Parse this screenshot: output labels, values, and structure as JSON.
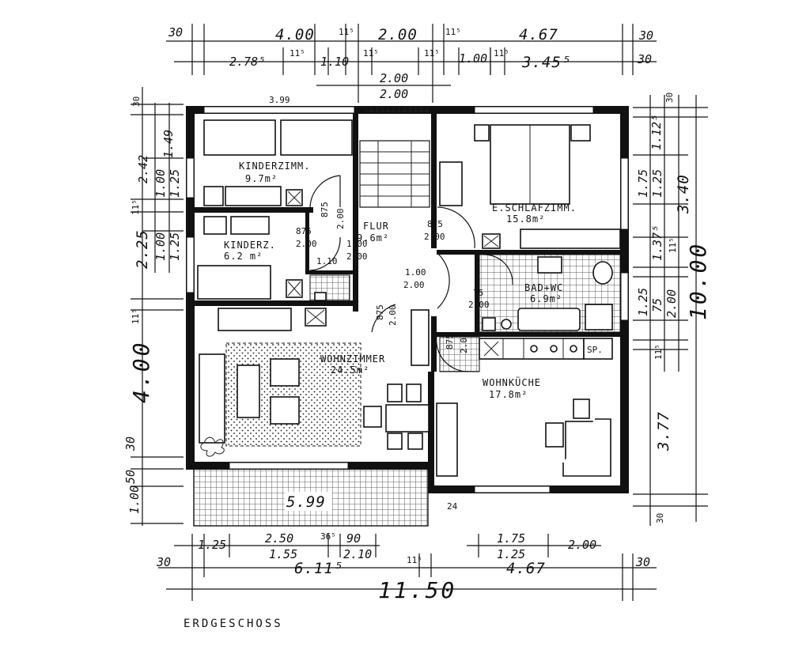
{
  "plan_title": "ERDGESCHOSS",
  "rooms": {
    "kinderzimmer_1": {
      "name": "KINDERZIMM.",
      "area": "9.7m²"
    },
    "kinderzimmer_2": {
      "name": "KINDERZ.",
      "area": "6.2 m²"
    },
    "flur": {
      "name": "FLUR",
      "area": "9.6m²"
    },
    "schlafzimmer": {
      "name": "E.SCHLAFZIMM.",
      "area": "15.8m²"
    },
    "bad_wc": {
      "name": "BAD+WC",
      "area": "6.9m²"
    },
    "wohnzimmer": {
      "name": "WOHNZIMMER",
      "area": "24.5m²"
    },
    "wohnkueche": {
      "name": "WOHNKÜCHE",
      "area": "17.8m²"
    },
    "kitchen_sp": "SP.",
    "terrace": "5.99"
  },
  "wall_note": "3.99",
  "doors": {
    "kinder1": {
      "w": "875",
      "h": "2.00"
    },
    "kinder2": {
      "w": "875",
      "h": "2.00"
    },
    "kinder2_side": "1.10",
    "flur": {
      "w": "1.00",
      "h": "2.00"
    },
    "schlaf": {
      "w": "875",
      "h": "2.00"
    },
    "wohn": {
      "w": "1.00",
      "h": "2.00"
    },
    "wohnzimmer": {
      "w": "875",
      "h": "2.00"
    },
    "bad": {
      "w": "75",
      "h": "2.00"
    },
    "kueche": {
      "w": "875",
      "h": "2.00"
    }
  },
  "dims_top": {
    "row1": [
      "30",
      "4.00",
      "11⁵",
      "2.00",
      "11⁵",
      "4.67",
      "30"
    ],
    "row2": [
      "2.78⁵",
      "11⁵",
      "1.10",
      "11⁵",
      "11⁵",
      "1.00",
      "11⁵",
      "3.45⁵",
      "30"
    ],
    "row3": [
      "2.00",
      "2.00"
    ]
  },
  "dims_left": [
    "30",
    "1.49",
    "2.42",
    "1.00",
    "1.25",
    "11⁵",
    "2.25",
    "1.00",
    "1.25",
    "11⁵",
    "4.00",
    "30",
    "50",
    "1.00"
  ],
  "dims_right": [
    "30",
    "1.12⁵",
    "3.40",
    "1.75",
    "1.25",
    "1.37⁵",
    "11⁵",
    "1.25",
    "75",
    "2.00",
    "11⁵",
    "10.00",
    "3.77",
    "30"
  ],
  "dims_bottom": {
    "row1": [
      "1.25",
      "2.50",
      "36⁵",
      "90",
      "1.75",
      "2.00"
    ],
    "row2": [
      "1.55",
      "2.10",
      "1.25",
      "24"
    ],
    "row3": [
      "30",
      "6.11⁵",
      "11⁵",
      "4.67",
      "30"
    ],
    "total": "11.50"
  }
}
